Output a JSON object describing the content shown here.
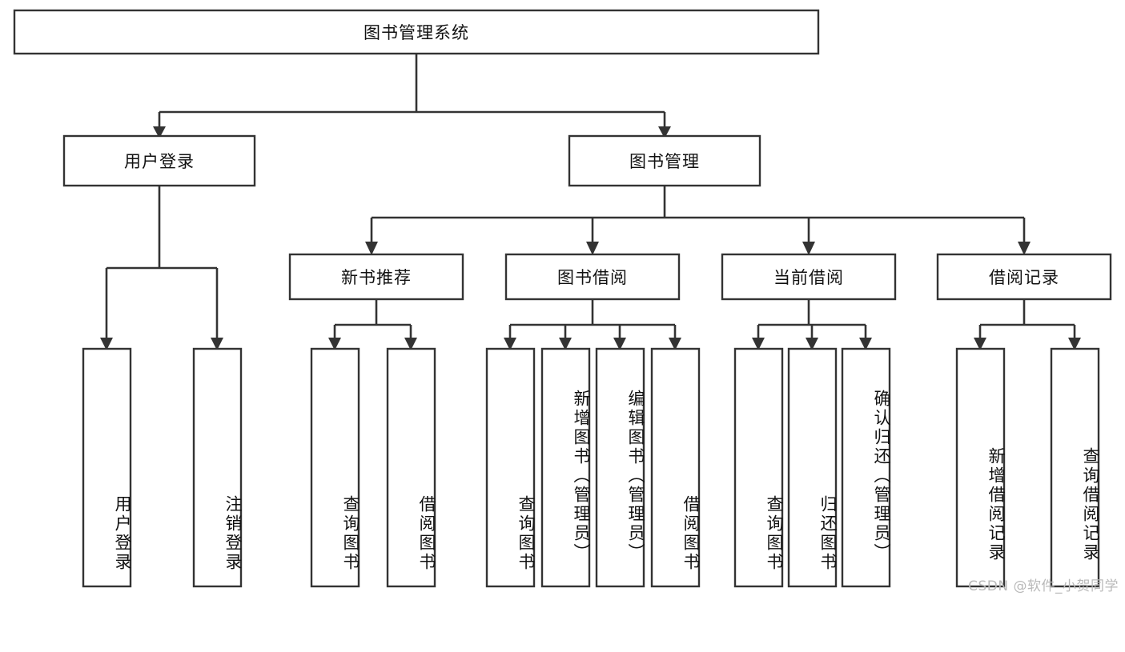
{
  "diagram": {
    "title": "图书管理系统",
    "type": "hierarchy-tree",
    "watermark": "CSDN @软件_小贺同学",
    "colors": {
      "box_stroke": "#333333",
      "box_fill": "#ffffff",
      "connector": "#333333",
      "text": "#111111",
      "watermark": "#b9b9b9",
      "background": "#ffffff"
    },
    "levels": {
      "root": "图书管理系统",
      "level2": [
        "用户登录",
        "图书管理"
      ],
      "level3": [
        "新书推荐",
        "图书借阅",
        "当前借阅",
        "借阅记录"
      ]
    },
    "nodes": {
      "root": {
        "label": "图书管理系统",
        "orientation": "horizontal"
      },
      "user_login": {
        "label": "用户登录",
        "orientation": "horizontal"
      },
      "book_manage": {
        "label": "图书管理",
        "orientation": "horizontal"
      },
      "new_book_rec": {
        "label": "新书推荐",
        "orientation": "horizontal"
      },
      "book_borrow": {
        "label": "图书借阅",
        "orientation": "horizontal"
      },
      "current_borrow": {
        "label": "当前借阅",
        "orientation": "horizontal"
      },
      "borrow_record": {
        "label": "借阅记录",
        "orientation": "horizontal"
      },
      "leaf_user_login": {
        "label": "用户登录",
        "orientation": "vertical"
      },
      "leaf_logout": {
        "label": "注销登录",
        "orientation": "vertical"
      },
      "leaf_query_book_1": {
        "label": "查询图书",
        "orientation": "vertical"
      },
      "leaf_borrow_book_1": {
        "label": "借阅图书",
        "orientation": "vertical"
      },
      "leaf_query_book_2": {
        "label": "查询图书",
        "orientation": "vertical"
      },
      "leaf_add_book": {
        "label": "新增图书（管理员）",
        "orientation": "vertical"
      },
      "leaf_edit_book": {
        "label": "编辑图书（管理员）",
        "orientation": "vertical"
      },
      "leaf_borrow_book_2": {
        "label": "借阅图书",
        "orientation": "vertical"
      },
      "leaf_query_book_3": {
        "label": "查询图书",
        "orientation": "vertical"
      },
      "leaf_return_book": {
        "label": "归还图书",
        "orientation": "vertical"
      },
      "leaf_confirm_return": {
        "label": "确认归还（管理员）",
        "orientation": "vertical"
      },
      "leaf_add_record": {
        "label": "新增借阅记录",
        "orientation": "vertical"
      },
      "leaf_query_record": {
        "label": "查询借阅记录",
        "orientation": "vertical"
      }
    },
    "edges": [
      {
        "from": "root",
        "to": "user_login"
      },
      {
        "from": "root",
        "to": "book_manage"
      },
      {
        "from": "user_login",
        "to": "leaf_user_login"
      },
      {
        "from": "user_login",
        "to": "leaf_logout"
      },
      {
        "from": "book_manage",
        "to": "new_book_rec"
      },
      {
        "from": "book_manage",
        "to": "book_borrow"
      },
      {
        "from": "book_manage",
        "to": "current_borrow"
      },
      {
        "from": "book_manage",
        "to": "borrow_record"
      },
      {
        "from": "new_book_rec",
        "to": "leaf_query_book_1"
      },
      {
        "from": "new_book_rec",
        "to": "leaf_borrow_book_1"
      },
      {
        "from": "book_borrow",
        "to": "leaf_query_book_2"
      },
      {
        "from": "book_borrow",
        "to": "leaf_add_book"
      },
      {
        "from": "book_borrow",
        "to": "leaf_edit_book"
      },
      {
        "from": "book_borrow",
        "to": "leaf_borrow_book_2"
      },
      {
        "from": "current_borrow",
        "to": "leaf_query_book_3"
      },
      {
        "from": "current_borrow",
        "to": "leaf_return_book"
      },
      {
        "from": "current_borrow",
        "to": "leaf_confirm_return"
      },
      {
        "from": "borrow_record",
        "to": "leaf_add_record"
      },
      {
        "from": "borrow_record",
        "to": "leaf_query_record"
      }
    ]
  }
}
